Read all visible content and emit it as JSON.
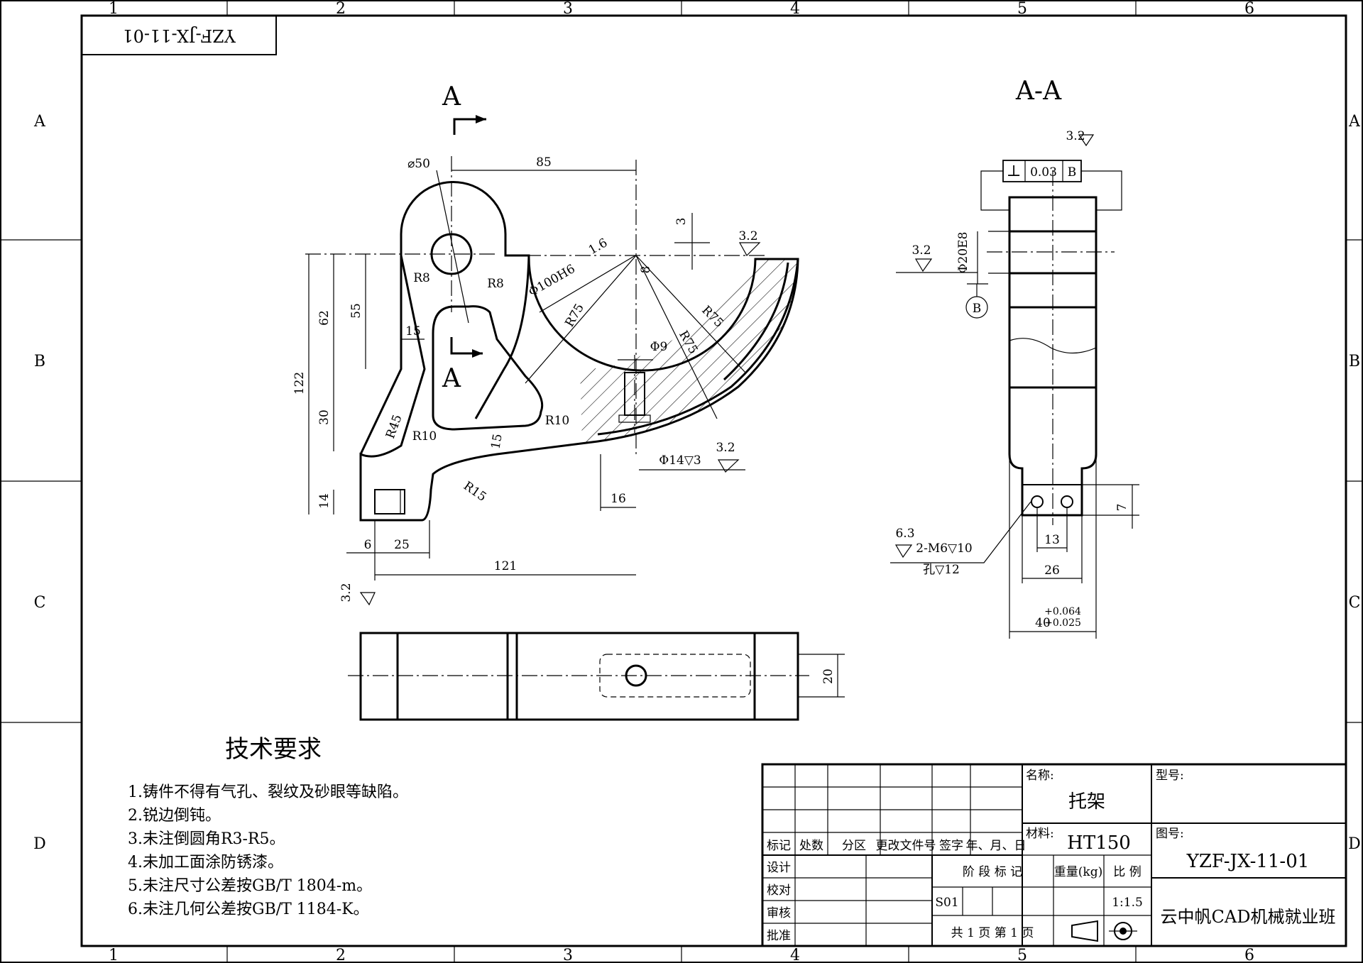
{
  "border": {
    "columns": [
      "1",
      "2",
      "3",
      "4",
      "5",
      "6"
    ],
    "rows": [
      "A",
      "B",
      "C",
      "D"
    ]
  },
  "drawing_number_mirrored": "YZF-JX-11-01",
  "views": {
    "section_label_top": "A",
    "section_label_mid": "A",
    "section_view_title": "A-A"
  },
  "dimensions": {
    "d50": "⌀50",
    "d85": "85",
    "d3": "3",
    "d16_roughness": "1.6",
    "phi100": "Φ100H6",
    "r8a": "R8",
    "r8b": "R8",
    "r75a": "R75",
    "r75b": "R75",
    "r75c": "R75",
    "d8": "8",
    "d62": "62",
    "d55": "55",
    "d15a": "15",
    "d122": "122",
    "d30": "30",
    "r45": "R45",
    "r10a": "R10",
    "r10b": "R10",
    "d15b": "15",
    "phi9": "Φ9",
    "phi14": "Φ14▽3",
    "d14": "14",
    "r15": "R15",
    "d16": "16",
    "d6": "6",
    "d25": "25",
    "d121": "121",
    "rough_32_a": "3.2",
    "rough_32_b": "3.2",
    "rough_32_c": "3.2",
    "rough_32_d": "3.2",
    "rough_32_e": "3.2",
    "rough_63": "6.3",
    "d20": "20",
    "tol_symbol": "⊥",
    "tol_value": "0.03",
    "tol_datum": "B",
    "datum_b": "B",
    "phi20e8": "Φ20E8",
    "m6": "2-M6▽10",
    "hole12": "孔▽12",
    "d13": "13",
    "d7": "7",
    "d26": "26",
    "d40": "40",
    "d40_upper": "+0.064",
    "d40_lower": "+0.025"
  },
  "tech_requirements": {
    "title": "技术要求",
    "items": [
      "1.铸件不得有气孔、裂纹及砂眼等缺陷。",
      "2.锐边倒钝。",
      "3.未注倒圆角R3-R5。",
      "4.未加工面涂防锈漆。",
      "5.未注尺寸公差按GB/T 1804-m。",
      "6.未注几何公差按GB/T 1184-K。"
    ]
  },
  "title_block": {
    "rev_headers": [
      "标记",
      "处数",
      "分区",
      "更改文件号",
      "签字",
      "年、月、日"
    ],
    "roles": [
      "设计",
      "校对",
      "审核",
      "批准"
    ],
    "name_label": "名称:",
    "name_value": "托架",
    "model_label": "型号:",
    "material_label": "材料:",
    "material_value": "HT150",
    "drawing_no_label": "图号:",
    "drawing_no_value": "YZF-JX-11-01",
    "stage_label": "阶 段 标 记",
    "weight_label": "重量(kg)",
    "scale_label": "比 例",
    "stage_value": "S01",
    "scale_value": "1:1.5",
    "sheets": "共 1 页    第 1 页",
    "company": "云中帆CAD机械就业班"
  }
}
